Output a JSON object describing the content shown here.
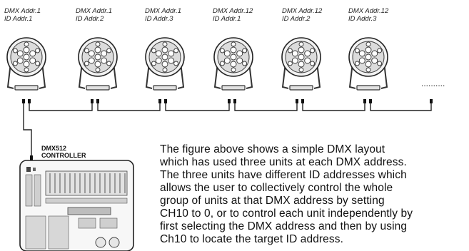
{
  "fixtures": [
    {
      "dmx": "DMX Addr.1",
      "id": "ID Addr.1"
    },
    {
      "dmx": "DMX Addr.1",
      "id": "ID Addr.2"
    },
    {
      "dmx": "DMX Addr.1",
      "id": "ID Addr.3"
    },
    {
      "dmx": "DMX Addr.12",
      "id": "ID Addr.1"
    },
    {
      "dmx": "DMX Addr.12",
      "id": "ID Addr.2"
    },
    {
      "dmx": "DMX Addr.12",
      "id": "ID Addr.3"
    }
  ],
  "controller": {
    "line1": "DMX512",
    "line2": "CONTROLLER"
  },
  "description": {
    "lines": [
      "The figure above shows a simple DMX layout",
      "which has used three units at each DMX address.",
      "The three units have different ID addresses which",
      "allows the user to collectively control the whole",
      "group of units at that DMX address by setting",
      "CH10 to 0, or to control each unit independently by",
      "first selecting the DMX address and then by using",
      "Ch10 to locate the target ID address."
    ]
  }
}
